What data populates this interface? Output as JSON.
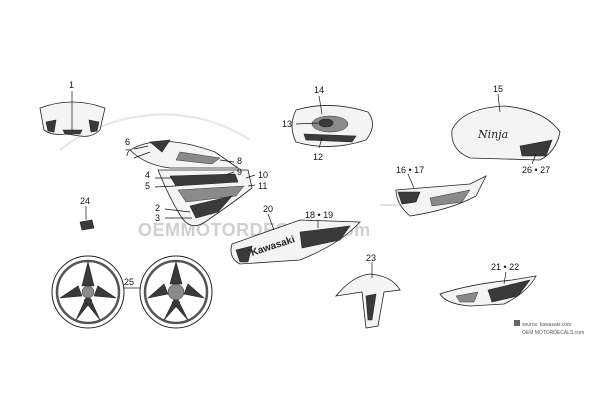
{
  "callouts": {
    "c1": "1",
    "c2": "2",
    "c3": "3",
    "c4": "4",
    "c5": "5",
    "c6": "6",
    "c7": "7",
    "c8": "8",
    "c9": "9",
    "c10": "10",
    "c11": "11",
    "c12": "12",
    "c13": "13",
    "c14": "14",
    "c15": "15",
    "c16_17": "16 • 17",
    "c18_19": "18 • 19",
    "c20": "20",
    "c21_22": "21 • 22",
    "c23": "23",
    "c24": "24",
    "c25": "25",
    "c26_27": "26 • 27"
  },
  "decals": {
    "tank_logo": "Ninja",
    "fairing_logo": "Kawasaki"
  },
  "watermark": {
    "text": "OEMMOTORDECALS.com",
    "source_line": "source: kawasaki.com",
    "site_line": "OEM MOTORDECALS.com"
  },
  "colors": {
    "line": "#111111",
    "part_fill": "#f4f4f4",
    "dark_accent": "#3a3a3a",
    "watermark": "#cfcfcf"
  }
}
